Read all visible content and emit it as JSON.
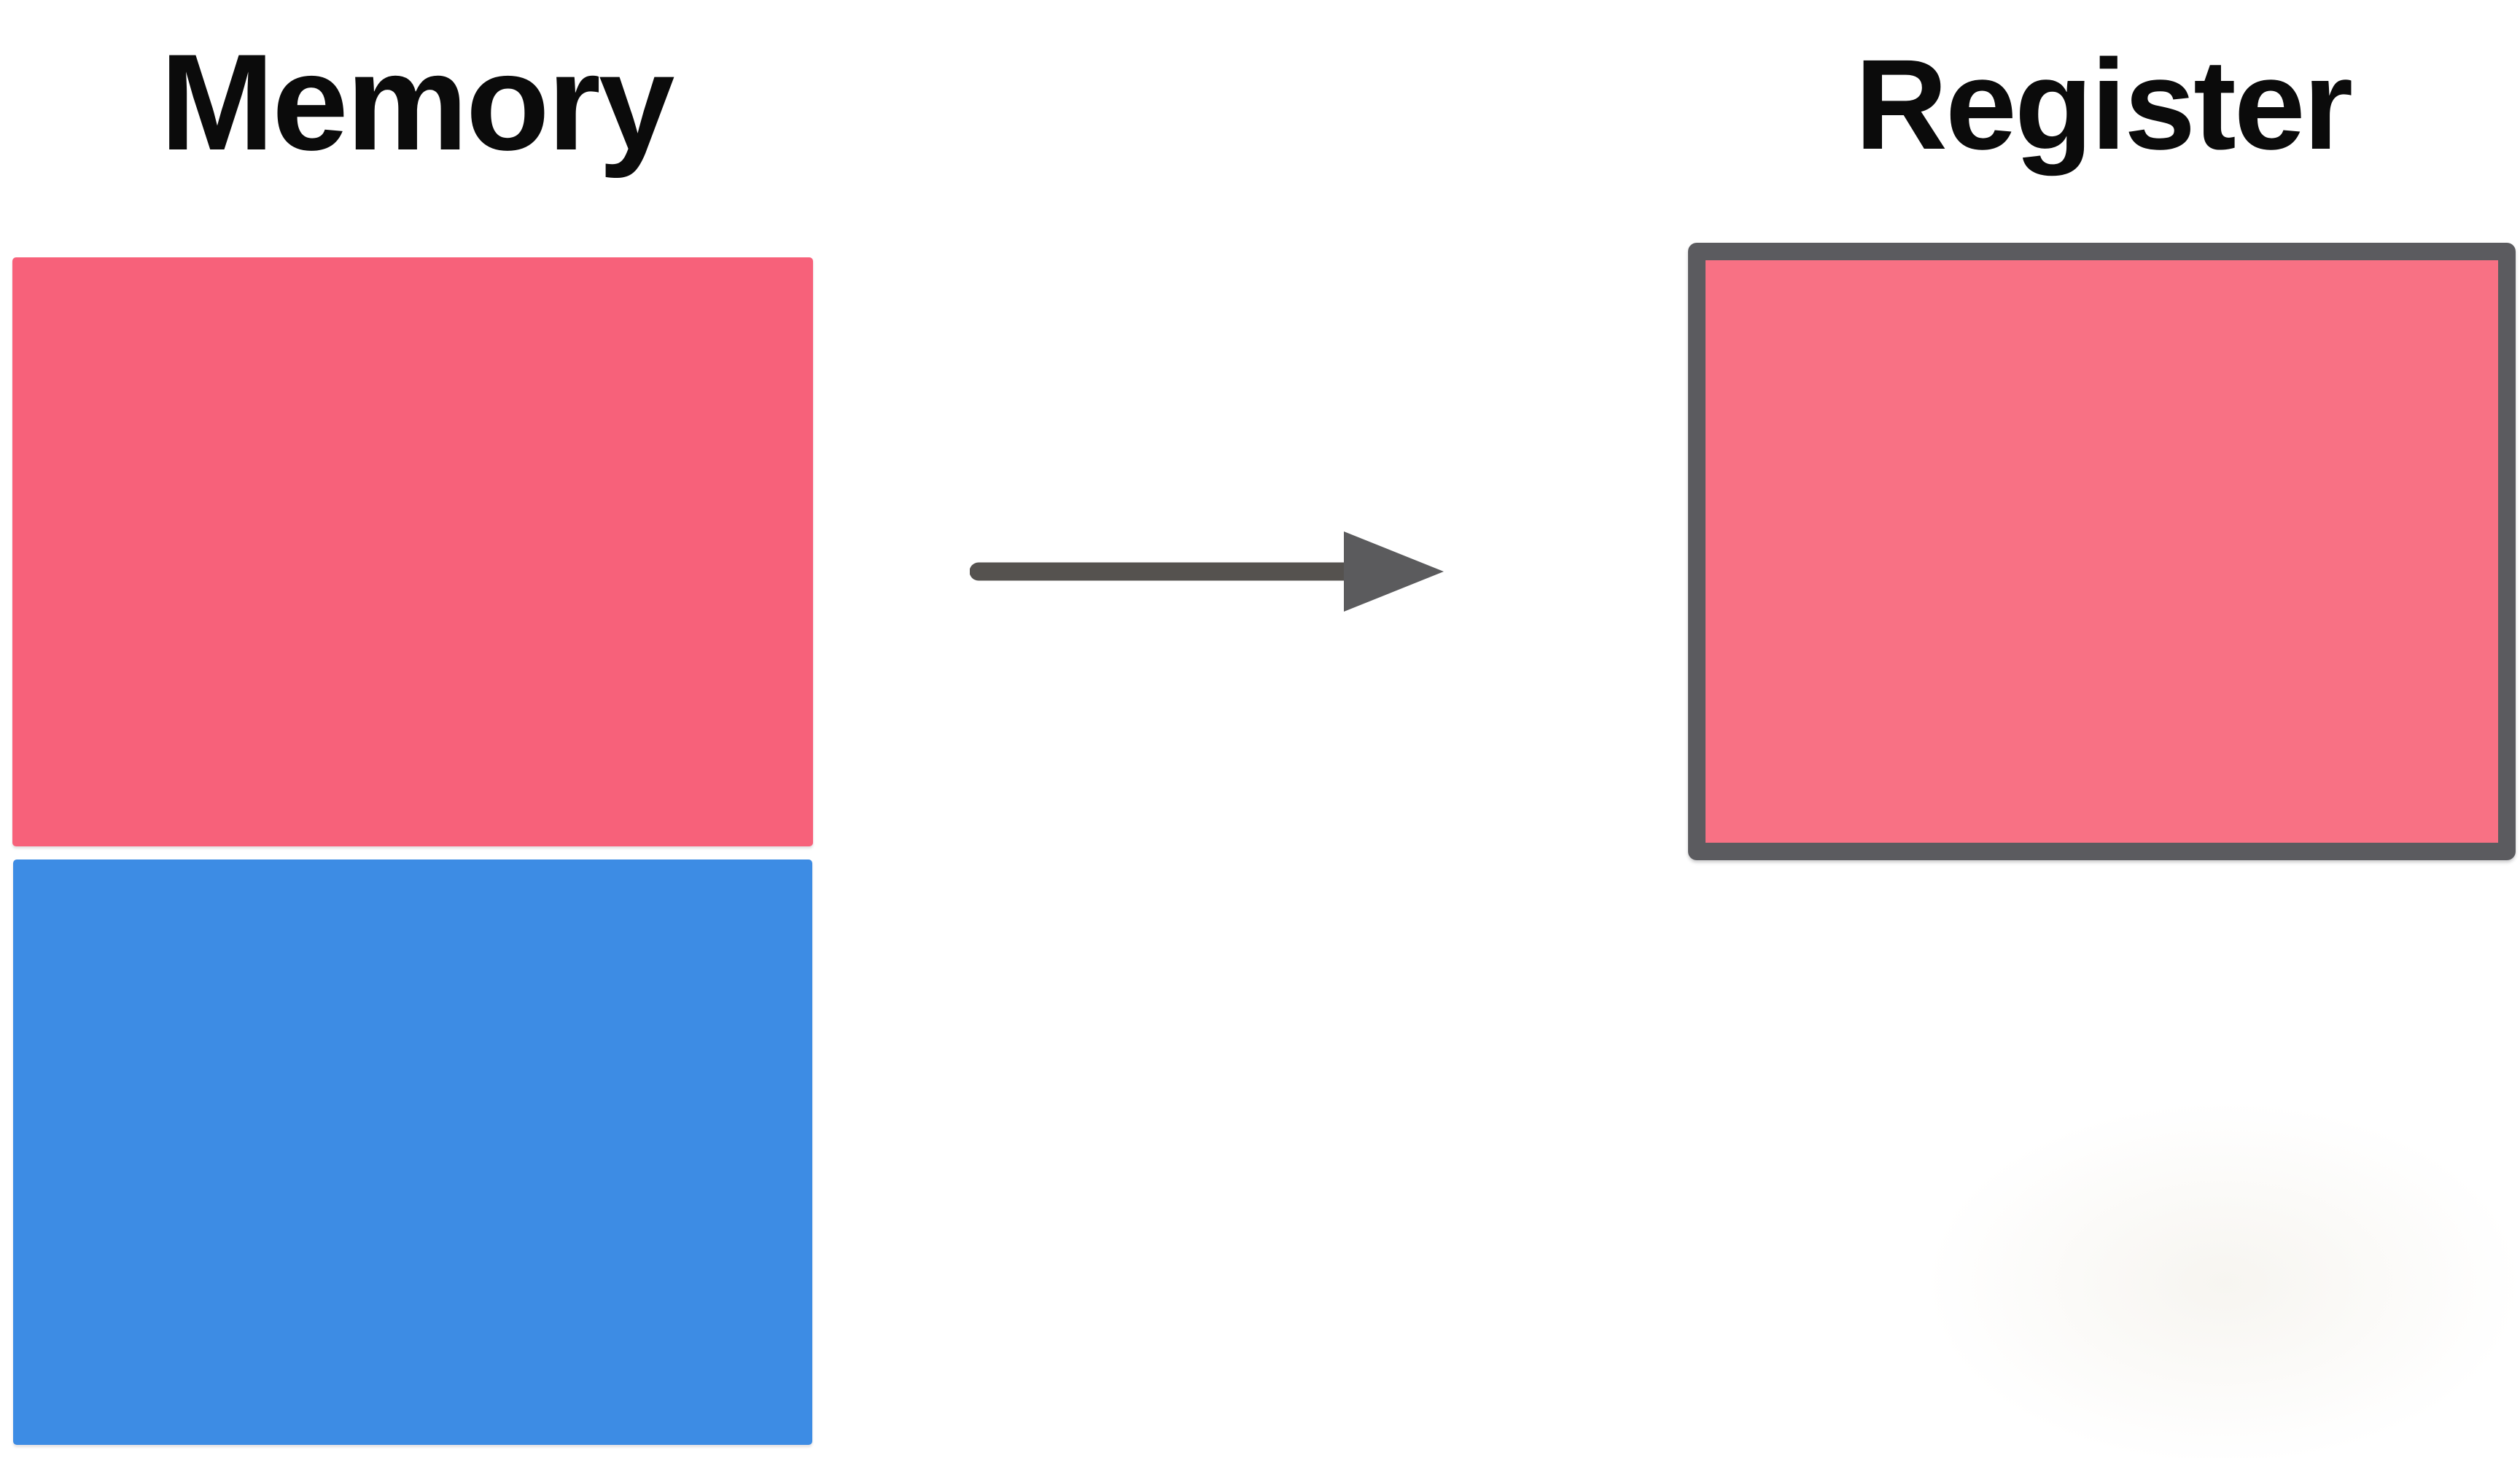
{
  "page": {
    "background_color": "#FFFFFF",
    "title_text_color": "#0B0B0B"
  },
  "memory": {
    "title": "Memory",
    "blocks": [
      {
        "position": "top",
        "color": "#F7617A"
      },
      {
        "position": "bottom",
        "color": "#3D8CE4"
      }
    ]
  },
  "arrow": {
    "direction": "right",
    "shaft_color": "#55524F",
    "head_color": "#5B5B5D"
  },
  "register": {
    "title": "Register",
    "fill_color": "#F87184",
    "border_color": "#5B5B5F"
  }
}
